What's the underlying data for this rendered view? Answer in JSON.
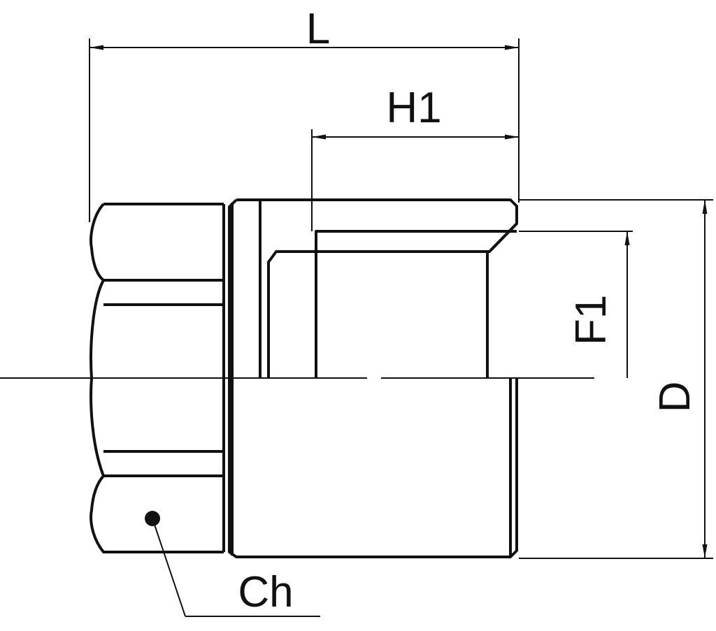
{
  "diagram": {
    "colors": {
      "stroke": "#111111",
      "background": "#ffffff"
    },
    "dimensions": {
      "L": "L",
      "H1": "H1",
      "F1": "F1",
      "D": "D"
    },
    "callouts": {
      "Ch": "Ch"
    }
  }
}
